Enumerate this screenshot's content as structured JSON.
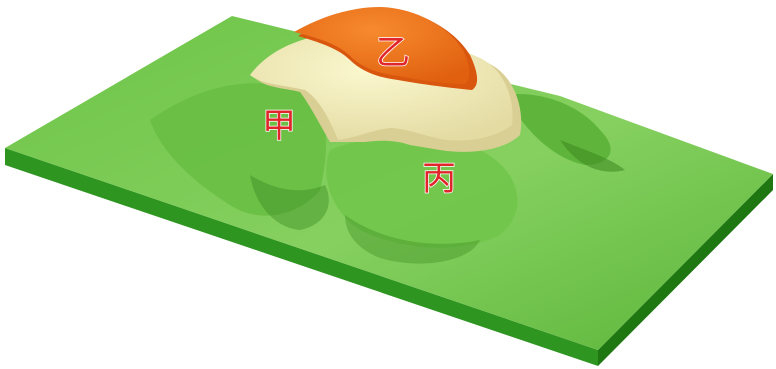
{
  "labels": {
    "jia": "甲",
    "yi": "乙",
    "bing": "丙"
  },
  "colors": {
    "lowland": "#74c84e",
    "lowland_light": "#8fd46a",
    "lowland_dark": "#3f8f22",
    "base_front": "#2f9a21",
    "base_side": "#1f7a12",
    "hill": "#f3efb3",
    "hill_shade": "#ddd39a",
    "peak": "#f2721c",
    "peak_shade": "#d85710",
    "label": "#e0262b"
  }
}
